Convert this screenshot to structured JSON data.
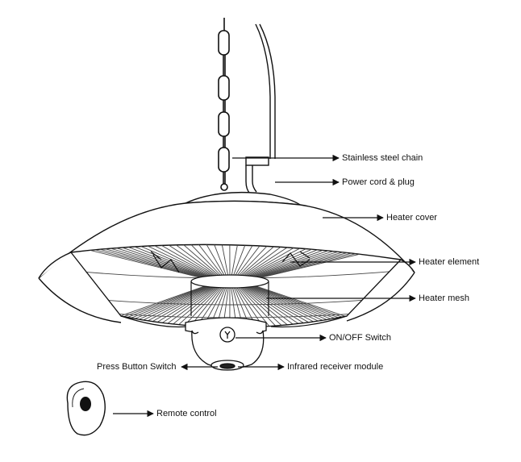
{
  "labels": {
    "chain": "Stainless steel chain",
    "power_cord": "Power cord & plug",
    "cover": "Heater cover",
    "element": "Heater element",
    "mesh": "Heater mesh",
    "switch": "ON/OFF Switch",
    "press_button": "Press Button Switch",
    "infrared": "Infrared receiver module",
    "remote": "Remote control"
  },
  "colors": {
    "line": "#111111",
    "fill": "#ffffff"
  }
}
